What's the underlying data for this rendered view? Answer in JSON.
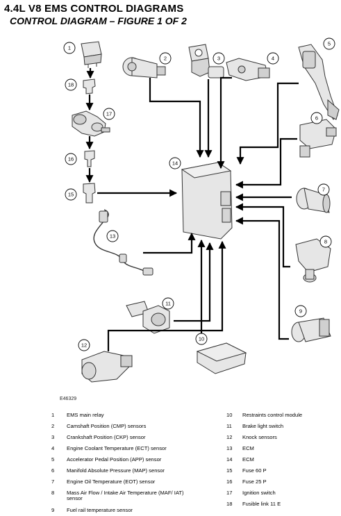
{
  "header": {
    "title": "4.4L V8 EMS CONTROL DIAGRAMS",
    "subtitle": "CONTROL DIAGRAM – FIGURE 1 OF 2"
  },
  "figure_code": "E46329",
  "callouts": [
    "1",
    "2",
    "3",
    "4",
    "5",
    "6",
    "7",
    "8",
    "9",
    "10",
    "11",
    "12",
    "13",
    "14",
    "15",
    "16",
    "17",
    "18"
  ],
  "legend": [
    {
      "num": "1",
      "text": "EMS main relay"
    },
    {
      "num": "2",
      "text": "Camshaft Position (CMP) sensors"
    },
    {
      "num": "3",
      "text": "Crankshaft Position (CKP) sensor"
    },
    {
      "num": "4",
      "text": "Engine Coolant Temperature (ECT) sensor"
    },
    {
      "num": "5",
      "text": "Accelerator Pedal Position (APP) sensor"
    },
    {
      "num": "6",
      "text": "Manifold Absolute Pressure (MAP) sensor"
    },
    {
      "num": "7",
      "text": "Engine Oil Temperature (EOT) sensor"
    },
    {
      "num": "8",
      "text": "Mass Air Flow / Intake Air Temperature (MAF/ IAT) sensor"
    },
    {
      "num": "9",
      "text": "Fuel rail temperature sensor"
    },
    {
      "num": "10",
      "text": "Restraints control module"
    },
    {
      "num": "11",
      "text": "Brake light switch"
    },
    {
      "num": "12",
      "text": "Knock sensors"
    },
    {
      "num": "13",
      "text": "ECM"
    },
    {
      "num": "14",
      "text": "ECM"
    },
    {
      "num": "15",
      "text": "Fuse 60 P"
    },
    {
      "num": "16",
      "text": "Fuse 25 P"
    },
    {
      "num": "17",
      "text": "Ignition switch"
    },
    {
      "num": "18",
      "text": "Fusible link 11 E"
    }
  ],
  "colors": {
    "line": "#000000",
    "part_fill": "#e6e6e6",
    "part_stroke": "#333333"
  }
}
